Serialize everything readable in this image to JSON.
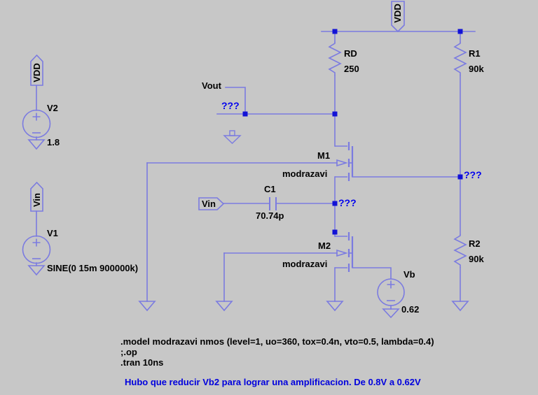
{
  "colors": {
    "background": "#C7C7C7",
    "wire": "#7B7BE0",
    "junction": "#1212D6",
    "net_label": "#0000EE",
    "comment_text": "#0000DD",
    "schematic_text": "#000000"
  },
  "flags": {
    "vdd_left": "VDD",
    "vdd_top": "VDD",
    "vin_left": "Vin",
    "vin_input": "Vin",
    "vout": "Vout"
  },
  "components": {
    "v2": {
      "name": "V2",
      "value": "1.8"
    },
    "v1": {
      "name": "V1",
      "value": "SINE(0 15m 900000k)"
    },
    "vb": {
      "name": "Vb",
      "value": "0.62"
    },
    "rd": {
      "name": "RD",
      "value": "250"
    },
    "r1": {
      "name": "R1",
      "value": "90k"
    },
    "r2": {
      "name": "R2",
      "value": "90k"
    },
    "c1": {
      "name": "C1",
      "value": "70.74p"
    },
    "m1": {
      "name": "M1",
      "model": "modrazavi"
    },
    "m2": {
      "name": "M2",
      "model": "modrazavi"
    }
  },
  "net_labels": {
    "vout_node": "???",
    "input_node": "???",
    "source_node": "???"
  },
  "directives": {
    "model": ".model modrazavi nmos (level=1, uo=360, tox=0.4n, vto=0.5, lambda=0.4)",
    "op": ";.op",
    "tran": ".tran 10ns"
  },
  "comment": "Hubo que reducir Vb2 para lograr una amplificacion. De 0.8V a 0.62V"
}
